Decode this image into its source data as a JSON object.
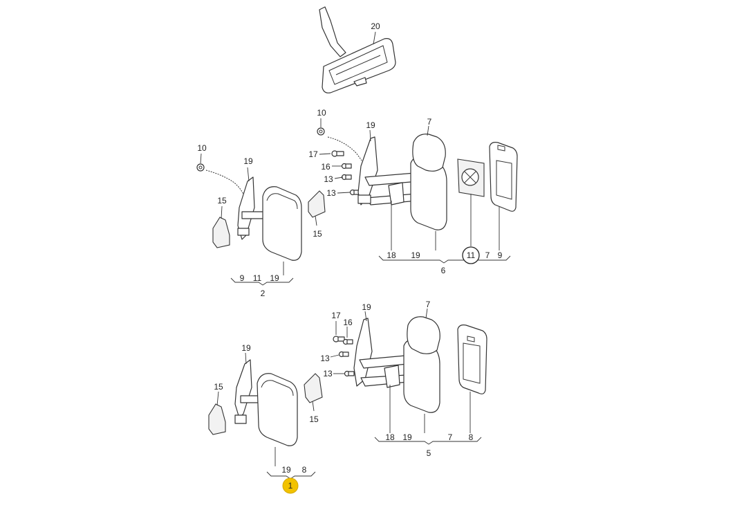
{
  "callouts": {
    "c20": "20",
    "g2": {
      "n10": "10",
      "n19": "19",
      "n15a": "15",
      "n15b": "15",
      "b9": "9",
      "b11": "11",
      "b19": "19",
      "main": "2"
    },
    "g6": {
      "n10": "10",
      "n19": "19",
      "n17": "17",
      "n16": "16",
      "n13a": "13",
      "n13b": "13",
      "n7": "7",
      "b18": "18",
      "b19": "19",
      "b11": "11",
      "b7": "7",
      "b9": "9",
      "main": "6"
    },
    "g1": {
      "n19": "19",
      "n15a": "15",
      "n15b": "15",
      "b19": "19",
      "b8": "8",
      "main": "1"
    },
    "g5": {
      "n19": "19",
      "n17": "17",
      "n16": "16",
      "n13a": "13",
      "n13b": "13",
      "n7": "7",
      "b18": "18",
      "b19": "19",
      "b7": "7",
      "b8": "8",
      "main": "5"
    }
  },
  "colors": {
    "highlight": "#f2c200",
    "line": "#333333"
  }
}
